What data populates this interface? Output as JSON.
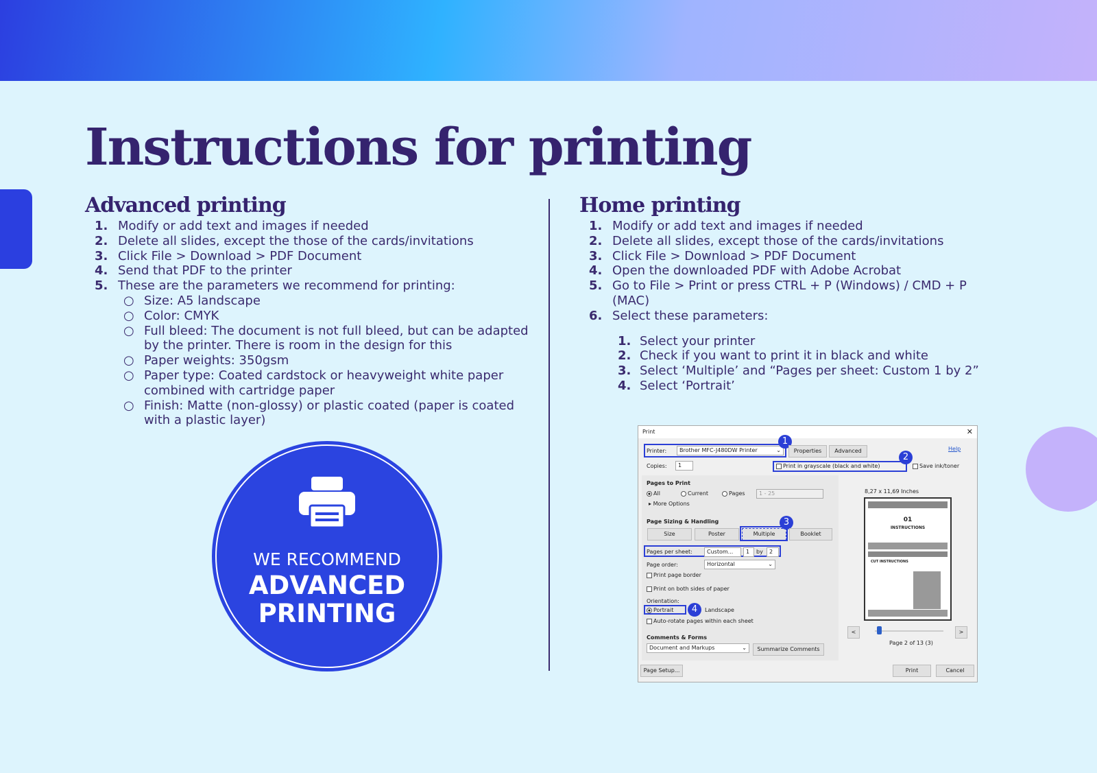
{
  "title": "Instructions for printing",
  "advanced": {
    "heading": "Advanced printing",
    "steps": [
      "Modify or add text and images if needed",
      "Delete all slides, except the those of the cards/invitations",
      "Click File > Download > PDF Document",
      "Send that PDF to the printer",
      "These are the parameters we recommend for printing:"
    ],
    "params": [
      "Size: A5 landscape",
      "Color: CMYK",
      "Full bleed: The document is not full bleed, but can be adapted by the printer. There is room in the design for this",
      "Paper weights: 350gsm",
      "Paper type: Coated cardstock or heavyweight white paper combined with cartridge paper",
      "Finish: Matte (non-glossy) or plastic coated (paper is coated with a plastic layer)"
    ]
  },
  "badge": {
    "line1": "WE RECOMMEND",
    "line2": "ADVANCED PRINTING",
    "icon": "printer-icon"
  },
  "home": {
    "heading": "Home printing",
    "steps": [
      "Modify or add text and images if needed",
      "Delete all slides, except those of the cards/invitations",
      "Click File > Download > PDF Document",
      "Open the downloaded PDF with Adobe Acrobat",
      "Go to File > Print or press CTRL + P (Windows) / CMD + P (MAC)",
      "Select these parameters:"
    ],
    "substeps": [
      "Select your printer",
      "Check if you want to print it in black and white",
      "Select ‘Multiple’ and “Pages per sheet: Custom 1 by 2”",
      "Select ‘Portrait’"
    ]
  },
  "dialog": {
    "title": "Print",
    "close": "✕",
    "printer_label": "Printer:",
    "printer": "Brother MFC-J480DW Printer",
    "properties": "Properties",
    "advanced": "Advanced",
    "help": "Help",
    "copies_label": "Copies:",
    "copies": "1",
    "grayscale": "Print in grayscale (black and white)",
    "save_ink": "Save ink/toner",
    "pages_to_print": "Pages to Print",
    "all": "All",
    "current": "Current",
    "pages": "Pages",
    "pages_range": "1 - 25",
    "more_options": "More Options",
    "sizing": "Page Sizing & Handling",
    "size": "Size",
    "poster": "Poster",
    "multiple": "Multiple",
    "booklet": "Booklet",
    "pps_label": "Pages per sheet:",
    "pps": "Custom...",
    "pps_x": "1",
    "by": "by",
    "pps_y": "2",
    "order_label": "Page order:",
    "order": "Horizontal",
    "border": "Print page border",
    "both_sides": "Print on both sides of paper",
    "orientation": "Orientation:",
    "portrait": "Portrait",
    "landscape": "Landscape",
    "auto_rotate": "Auto-rotate pages within each sheet",
    "comments": "Comments & Forms",
    "comments_value": "Document and Markups",
    "summarize": "Summarize Comments",
    "paper_size": "8,27 x 11,69 Inches",
    "preview_num": "01",
    "preview_title": "INSTRUCTIONS",
    "preview_sub": "CUT INSTRUCTIONS",
    "page_info": "Page 2 of 13 (3)",
    "prev": "<",
    "next": ">",
    "page_setup": "Page Setup...",
    "print": "Print",
    "cancel": "Cancel",
    "callouts": [
      "1",
      "2",
      "3",
      "4"
    ]
  }
}
